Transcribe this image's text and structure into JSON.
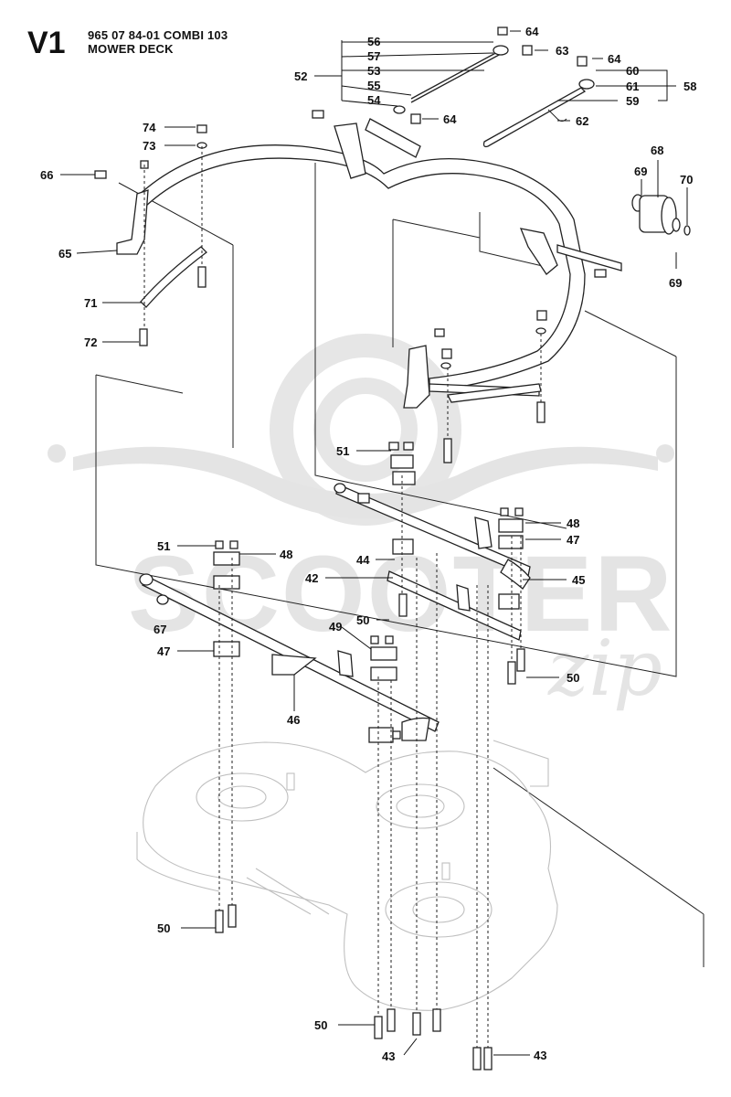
{
  "header": {
    "diagram_code": "V1",
    "part_number_line": "965 07 84-01 COMBI 103",
    "assembly_title": "MOWER DECK"
  },
  "watermark": {
    "brand": "SCOOTER",
    "suffix": "zip"
  },
  "callouts": [
    {
      "label": "56"
    },
    {
      "label": "57"
    },
    {
      "label": "53"
    },
    {
      "label": "55"
    },
    {
      "label": "54"
    },
    {
      "label": "52"
    },
    {
      "label": "64"
    },
    {
      "label": "63"
    },
    {
      "label": "64"
    },
    {
      "label": "64"
    },
    {
      "label": "60"
    },
    {
      "label": "61"
    },
    {
      "label": "59"
    },
    {
      "label": "58"
    },
    {
      "label": "62"
    },
    {
      "label": "68"
    },
    {
      "label": "69"
    },
    {
      "label": "70"
    },
    {
      "label": "69"
    },
    {
      "label": "74"
    },
    {
      "label": "73"
    },
    {
      "label": "66"
    },
    {
      "label": "65"
    },
    {
      "label": "71"
    },
    {
      "label": "72"
    },
    {
      "label": "51"
    },
    {
      "label": "48"
    },
    {
      "label": "47"
    },
    {
      "label": "44"
    },
    {
      "label": "42"
    },
    {
      "label": "45"
    },
    {
      "label": "51"
    },
    {
      "label": "48"
    },
    {
      "label": "67"
    },
    {
      "label": "47"
    },
    {
      "label": "50"
    },
    {
      "label": "49"
    },
    {
      "label": "46"
    },
    {
      "label": "50"
    },
    {
      "label": "50"
    },
    {
      "label": "50"
    },
    {
      "label": "43"
    },
    {
      "label": "43"
    }
  ]
}
